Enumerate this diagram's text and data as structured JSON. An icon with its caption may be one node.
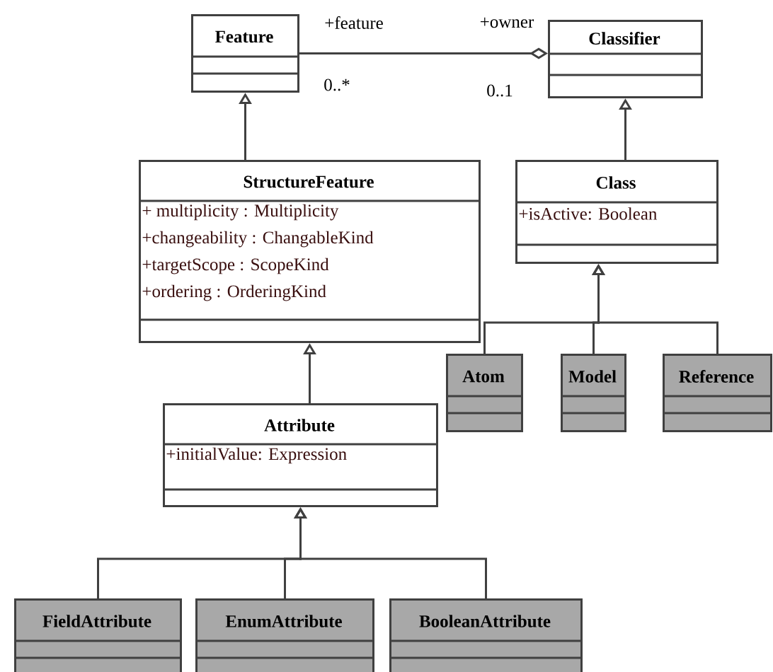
{
  "diagram": {
    "nodes": [
      {
        "text": [
          "Feature"
        ]
      },
      {
        "text": [
          "Classifier"
        ]
      },
      {
        "text": [
          "StructureFeature",
          "+ multiplicity : Multiplicity",
          "+changeability : ChangableKind",
          "+targetScope : ScopeKind",
          "+ordering : OrderingKind"
        ]
      },
      {
        "text": [
          "Class",
          "+isActive: Boolean"
        ]
      },
      {
        "text": [
          "Atom"
        ]
      },
      {
        "text": [
          "Model"
        ]
      },
      {
        "text": [
          "Reference"
        ]
      },
      {
        "text": [
          "Attribute",
          "+initialValue: Expression"
        ]
      },
      {
        "text": [
          "FieldAttribute"
        ]
      },
      {
        "text": [
          "EnumAttribute"
        ]
      },
      {
        "text": [
          "BooleanAttribute"
        ]
      }
    ],
    "edges": [
      {
        "from": 0,
        "to": 1,
        "arrow": "other"
      },
      {
        "from": 2,
        "to": 0,
        "arrow": "to"
      },
      {
        "from": 3,
        "to": 1,
        "arrow": "to"
      },
      {
        "from": 7,
        "to": 2,
        "arrow": "to"
      },
      {
        "from": 4,
        "to": 3,
        "arrow": "to"
      },
      {
        "from": 5,
        "to": 3,
        "arrow": "to"
      },
      {
        "from": 6,
        "to": 3,
        "arrow": "to"
      },
      {
        "from": 8,
        "to": 7,
        "arrow": "to"
      },
      {
        "from": 9,
        "to": 7,
        "arrow": "to"
      },
      {
        "from": 10,
        "to": 7,
        "arrow": "to"
      }
    ],
    "labels": [
      "+feature",
      "+owner",
      "0..*",
      "0..1"
    ]
  }
}
